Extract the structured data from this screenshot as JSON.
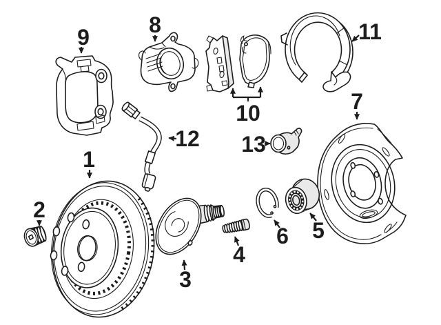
{
  "colors": {
    "background": "#ffffff",
    "line": "#1d1d1d",
    "shade": "#e9e9e9"
  },
  "callouts": [
    {
      "label": "1"
    },
    {
      "label": "2"
    },
    {
      "label": "3"
    },
    {
      "label": "4"
    },
    {
      "label": "5"
    },
    {
      "label": "6"
    },
    {
      "label": "7"
    },
    {
      "label": "8"
    },
    {
      "label": "9"
    },
    {
      "label": "10"
    },
    {
      "label": "11"
    },
    {
      "label": "12"
    },
    {
      "label": "13"
    }
  ]
}
